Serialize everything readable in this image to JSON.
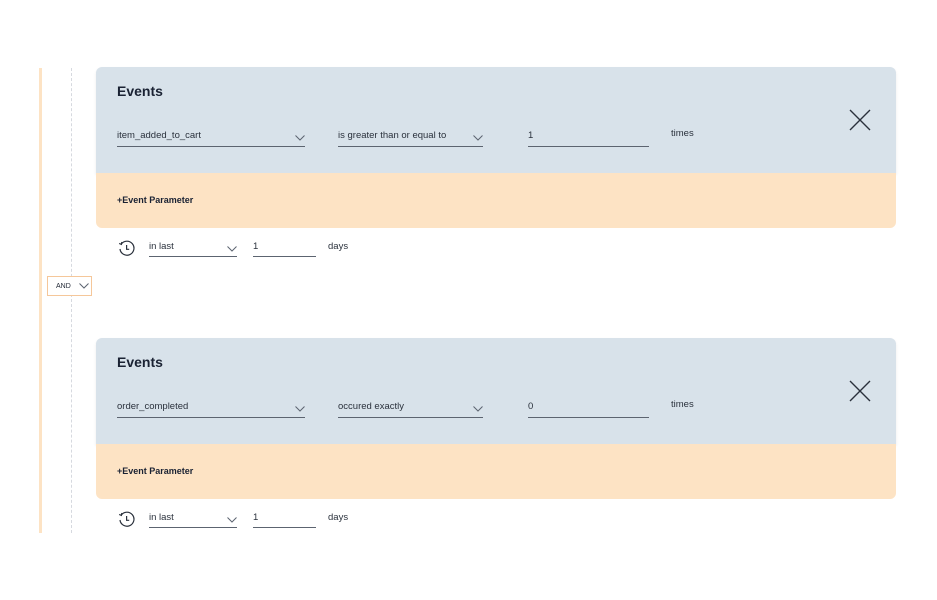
{
  "connector": {
    "label": "AND"
  },
  "groups": [
    {
      "title": "Events",
      "event": "item_added_to_cart",
      "operator": "is greater than or equal to",
      "count": "1",
      "unit": "times",
      "param_label": "+Event Parameter",
      "time_mode": "in last",
      "time_value": "1",
      "time_unit": "days"
    },
    {
      "title": "Events",
      "event": "order_completed",
      "operator": "occured exactly",
      "count": "0",
      "unit": "times",
      "param_label": "+Event Parameter",
      "time_mode": "in last",
      "time_value": "1",
      "time_unit": "days"
    }
  ]
}
